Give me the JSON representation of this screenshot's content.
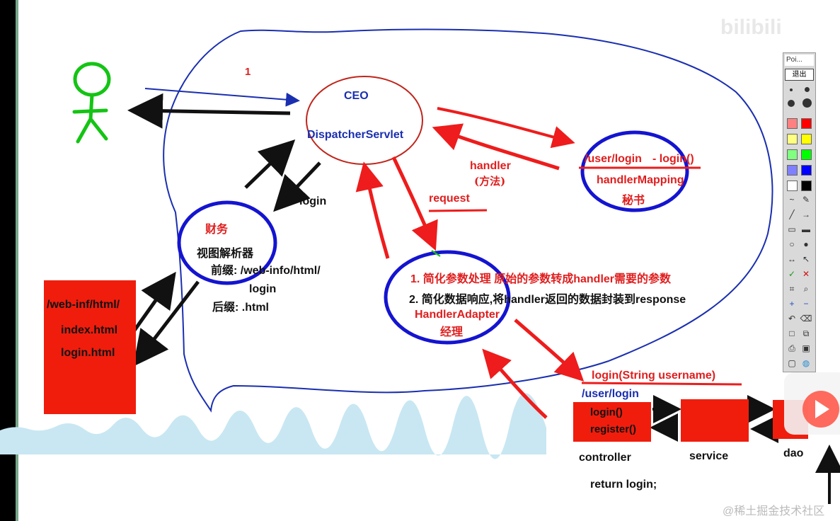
{
  "watermark": "@稀土掘金技术社区",
  "logo": "bilibili",
  "labels": {
    "step1": "1",
    "ceo": "CEO",
    "dispatcher": "DispatcherServlet",
    "handler": "handler",
    "handler_method": "(方法)",
    "request": "request",
    "mapping_path": "/user/login",
    "mapping_method": "- login()",
    "handler_mapping": "handlerMapping",
    "mapping_role": "秘书",
    "login_return": "login",
    "finance": "财务",
    "view_resolver": "视图解析器",
    "prefix": "前缀: /web-info/html/",
    "prefix_login": "login",
    "suffix": "后缀: .html",
    "adapter_point1": "1. 简化参数处理 原始的参数转成handler需要的参数",
    "adapter_point2": "2. 简化数据响应,将handler返回的数据封装到response",
    "handler_adapter": "HandlerAdapter",
    "adapter_role": "经理",
    "folder_path": "/web-inf/html/",
    "file_index": "index.html",
    "file_login": "login.html",
    "login_signature": "login(String username)",
    "controller_path": "/user/login",
    "controller_login": "login()",
    "controller_register": "register()",
    "controller": "controller",
    "service": "service",
    "dao": "dao",
    "return_login": "return login;"
  },
  "toolbar": {
    "title": "Poi...",
    "exit": "退出",
    "swatches": [
      "#ff8080",
      "#ff0000",
      "#ffff80",
      "#ffff00",
      "#80ff80",
      "#00ff00",
      "#8080ff",
      "#0000ff",
      "#ffffff",
      "#000000"
    ],
    "tools": [
      "pencil-icon",
      "eraser-icon",
      "line-icon",
      "arrow-icon",
      "rect-icon",
      "filled-rect-icon",
      "ellipse-icon",
      "filled-ellipse-icon",
      "move-icon",
      "cursor-icon",
      "check-icon",
      "close-icon",
      "crop-icon",
      "zoom-icon",
      "plus-icon",
      "minus-icon",
      "undo-icon",
      "trash-icon",
      "new-page-icon",
      "copy-icon",
      "print-icon",
      "save-icon",
      "screen-icon",
      "globe-icon"
    ]
  },
  "colors": {
    "red": "#e01e1e",
    "blue": "#1a2fb0",
    "arrow_red": "#ee1c1c",
    "box_red": "#f01d0d"
  }
}
